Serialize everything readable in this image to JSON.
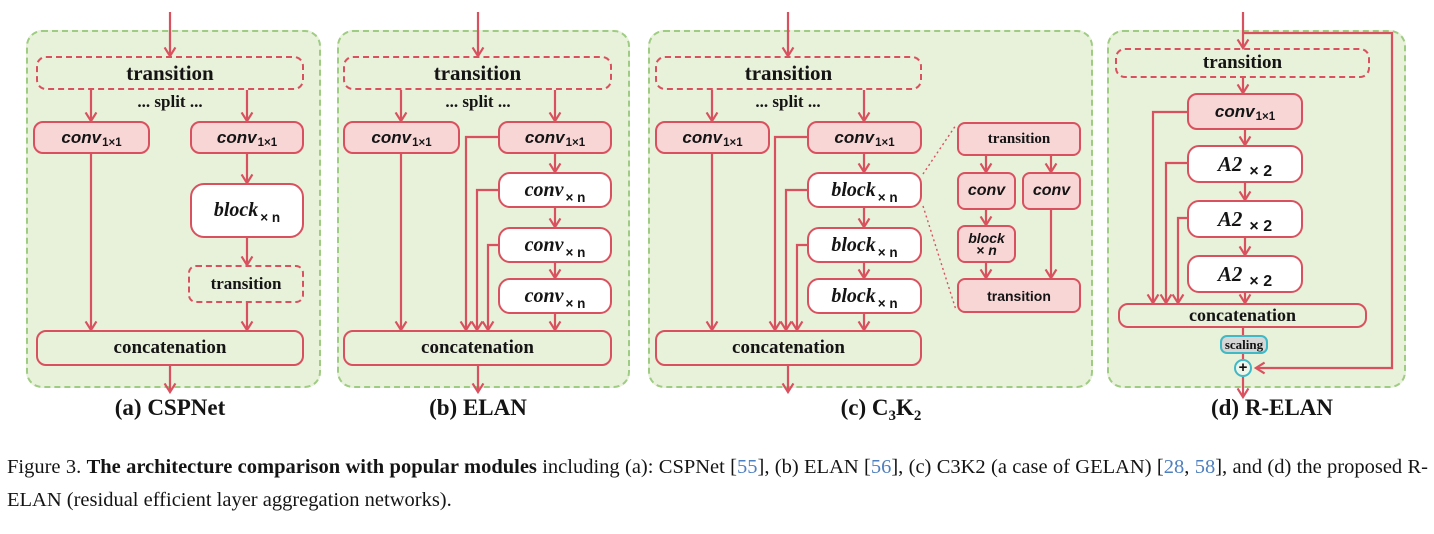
{
  "colors": {
    "accent_red": "#d9515f",
    "pink_fill": "#f8d6d6",
    "panel_green": "#e8f1da",
    "panel_border_green": "#9fcc83",
    "teal_accent": "#3fb9c6",
    "scaling_grey": "#d6d6d6",
    "citation_blue": "#4e7fbe"
  },
  "icons": {
    "add": "+"
  },
  "panel_a": {
    "label": "(a) CSPNet",
    "transition_top": "transition",
    "split": "... split ...",
    "conv1": {
      "name": "conv",
      "sub": "1×1"
    },
    "conv2": {
      "name": "conv",
      "sub": "1×1"
    },
    "block": {
      "name": "block",
      "sub": "× n"
    },
    "transition_mid": "transition",
    "concat": "concatenation"
  },
  "panel_b": {
    "label": "(b) ELAN",
    "transition_top": "transition",
    "split": "... split ...",
    "conv1": {
      "name": "conv",
      "sub": "1×1"
    },
    "conv2": {
      "name": "conv",
      "sub": "1×1"
    },
    "conv_n": {
      "name": "conv",
      "sub": "× n"
    },
    "concat": "concatenation"
  },
  "panel_c": {
    "label": {
      "pre": "(c) C",
      "sub1": "3",
      "mid": "K",
      "sub2": "2"
    },
    "transition_top": "transition",
    "split": "... split ...",
    "conv1": {
      "name": "conv",
      "sub": "1×1"
    },
    "conv2": {
      "name": "conv",
      "sub": "1×1"
    },
    "block_n": {
      "name": "block",
      "sub": "× n"
    },
    "concat": "concatenation",
    "detail": {
      "transition_top": "transition",
      "conv_left": "conv",
      "conv_right": "conv",
      "block": {
        "name": "block",
        "sub": "× n"
      },
      "transition_bottom": "transition"
    }
  },
  "panel_d": {
    "label": "(d) R-ELAN",
    "transition_top": "transition",
    "conv1": {
      "name": "conv",
      "sub": "1×1"
    },
    "a2": {
      "name": "A2",
      "sub": "× 2"
    },
    "concat": "concatenation",
    "scaling": "scaling"
  },
  "caption": {
    "prefix": "Figure 3.  ",
    "bold": "The architecture comparison with popular modules",
    "seg_a": " including (a): CSPNet [",
    "ref_55": "55",
    "seg_b": "], (b) ELAN [",
    "ref_56": "56",
    "seg_c": "], (c) C3K2 (a case of GELAN) [",
    "ref_28": "28",
    "seg_comma": ", ",
    "ref_58": "58",
    "seg_d": "], and (d) the proposed R-ELAN (residual efficient layer aggregation networks)."
  }
}
